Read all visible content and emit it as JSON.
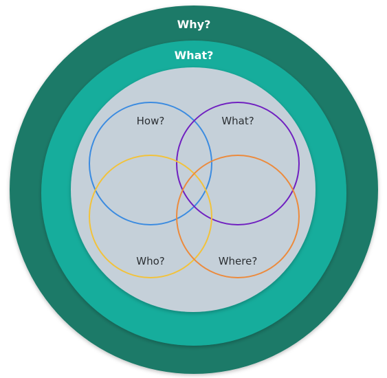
{
  "outer_ring": {
    "label": "Why?",
    "color": "#1e7a68"
  },
  "middle_ring": {
    "label": "What?",
    "color": "#18ad9c"
  },
  "inner_disc": {
    "color": "#c5d0d9"
  },
  "venn": {
    "how": {
      "label": "How?",
      "color": "#3b8be0"
    },
    "what": {
      "label": "What?",
      "color": "#7020c0"
    },
    "who": {
      "label": "Who?",
      "color": "#f2c23a"
    },
    "where": {
      "label": "Where?",
      "color": "#ec8a3c"
    }
  }
}
